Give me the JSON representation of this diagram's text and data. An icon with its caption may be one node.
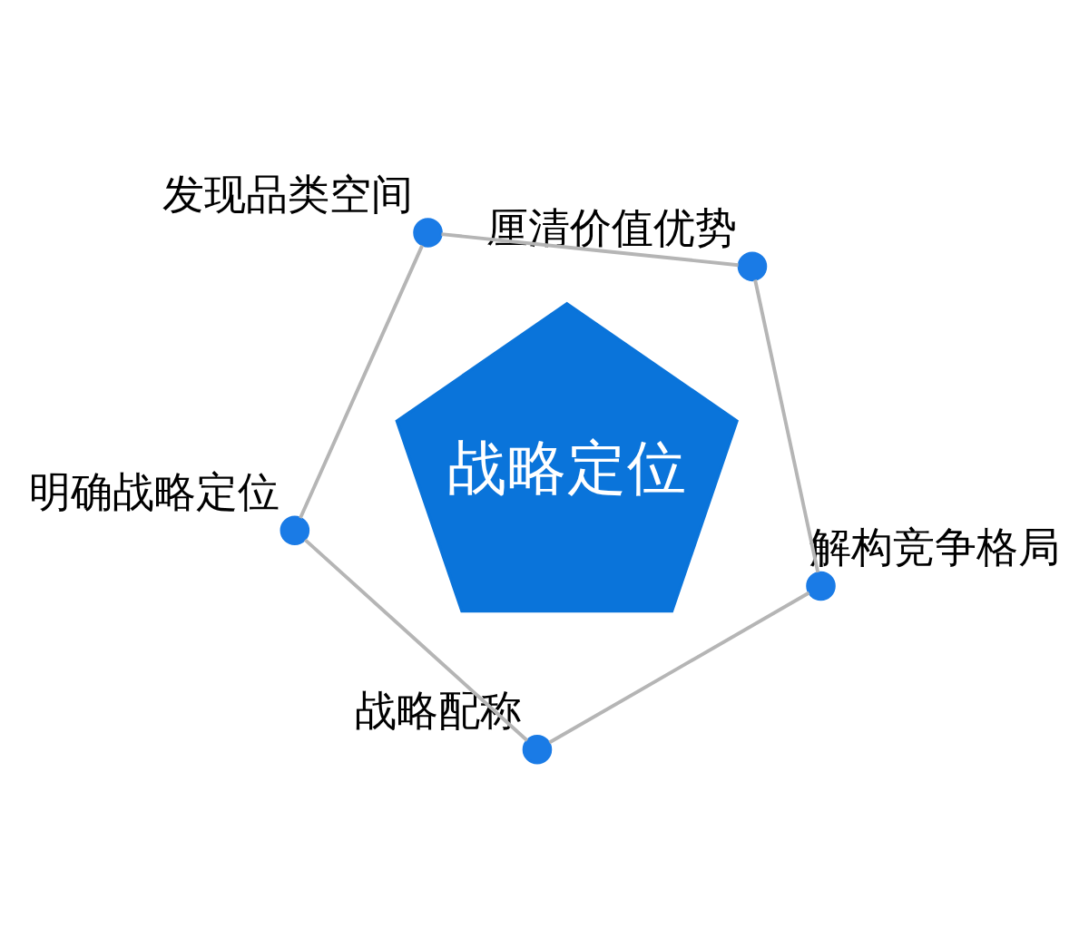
{
  "diagram": {
    "nodes": [
      {
        "text": [],
        "shape": "circle",
        "beside": [
          "解构竞争格局"
        ]
      },
      {
        "text": [],
        "shape": "circle",
        "beside": [
          "厘清价值优势"
        ]
      },
      {
        "text": [],
        "shape": "circle",
        "beside": [
          "战略配称"
        ]
      },
      {
        "text": [
          "战略定位"
        ]
      },
      {
        "text": [],
        "shape": "circle",
        "beside": [
          "发现品类空间"
        ]
      },
      {
        "text": [],
        "shape": "circle",
        "beside": [
          "明确战略定位"
        ]
      }
    ],
    "edges": [
      {
        "from": 0,
        "to": 1,
        "arrow": "none"
      },
      {
        "from": 1,
        "to": 4,
        "arrow": "none"
      },
      {
        "from": 4,
        "to": 5,
        "arrow": "none"
      },
      {
        "from": 5,
        "to": 2,
        "arrow": "none"
      },
      {
        "from": 2,
        "to": 0,
        "arrow": "none"
      }
    ]
  }
}
